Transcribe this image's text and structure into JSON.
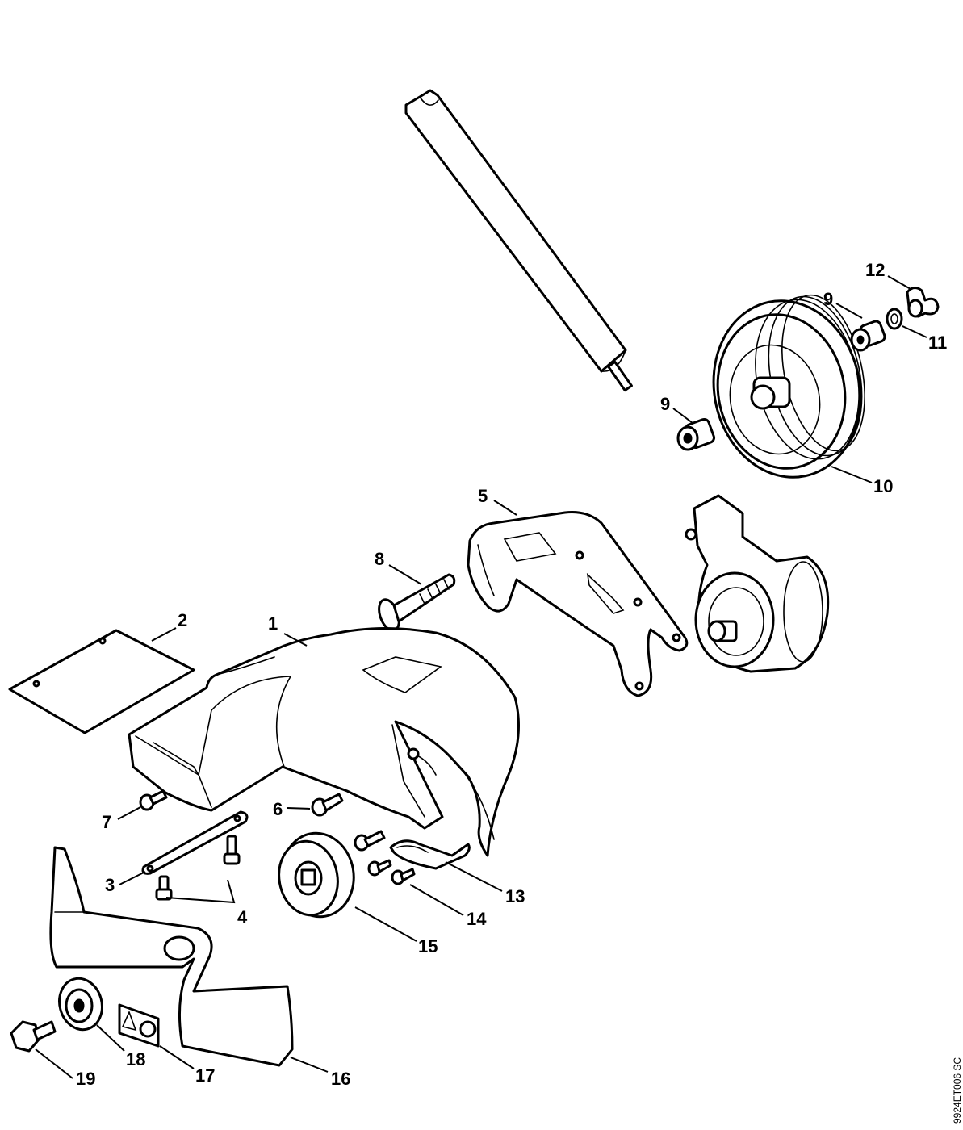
{
  "diagram": {
    "callouts": [
      "1",
      "2",
      "3",
      "4",
      "5",
      "6",
      "7",
      "8",
      "9",
      "9",
      "10",
      "11",
      "12",
      "13",
      "14",
      "15",
      "16",
      "17",
      "18",
      "19"
    ],
    "reference_code": "9924ET006 SC"
  },
  "colors": {
    "line": "#000000",
    "background": "#ffffff"
  }
}
